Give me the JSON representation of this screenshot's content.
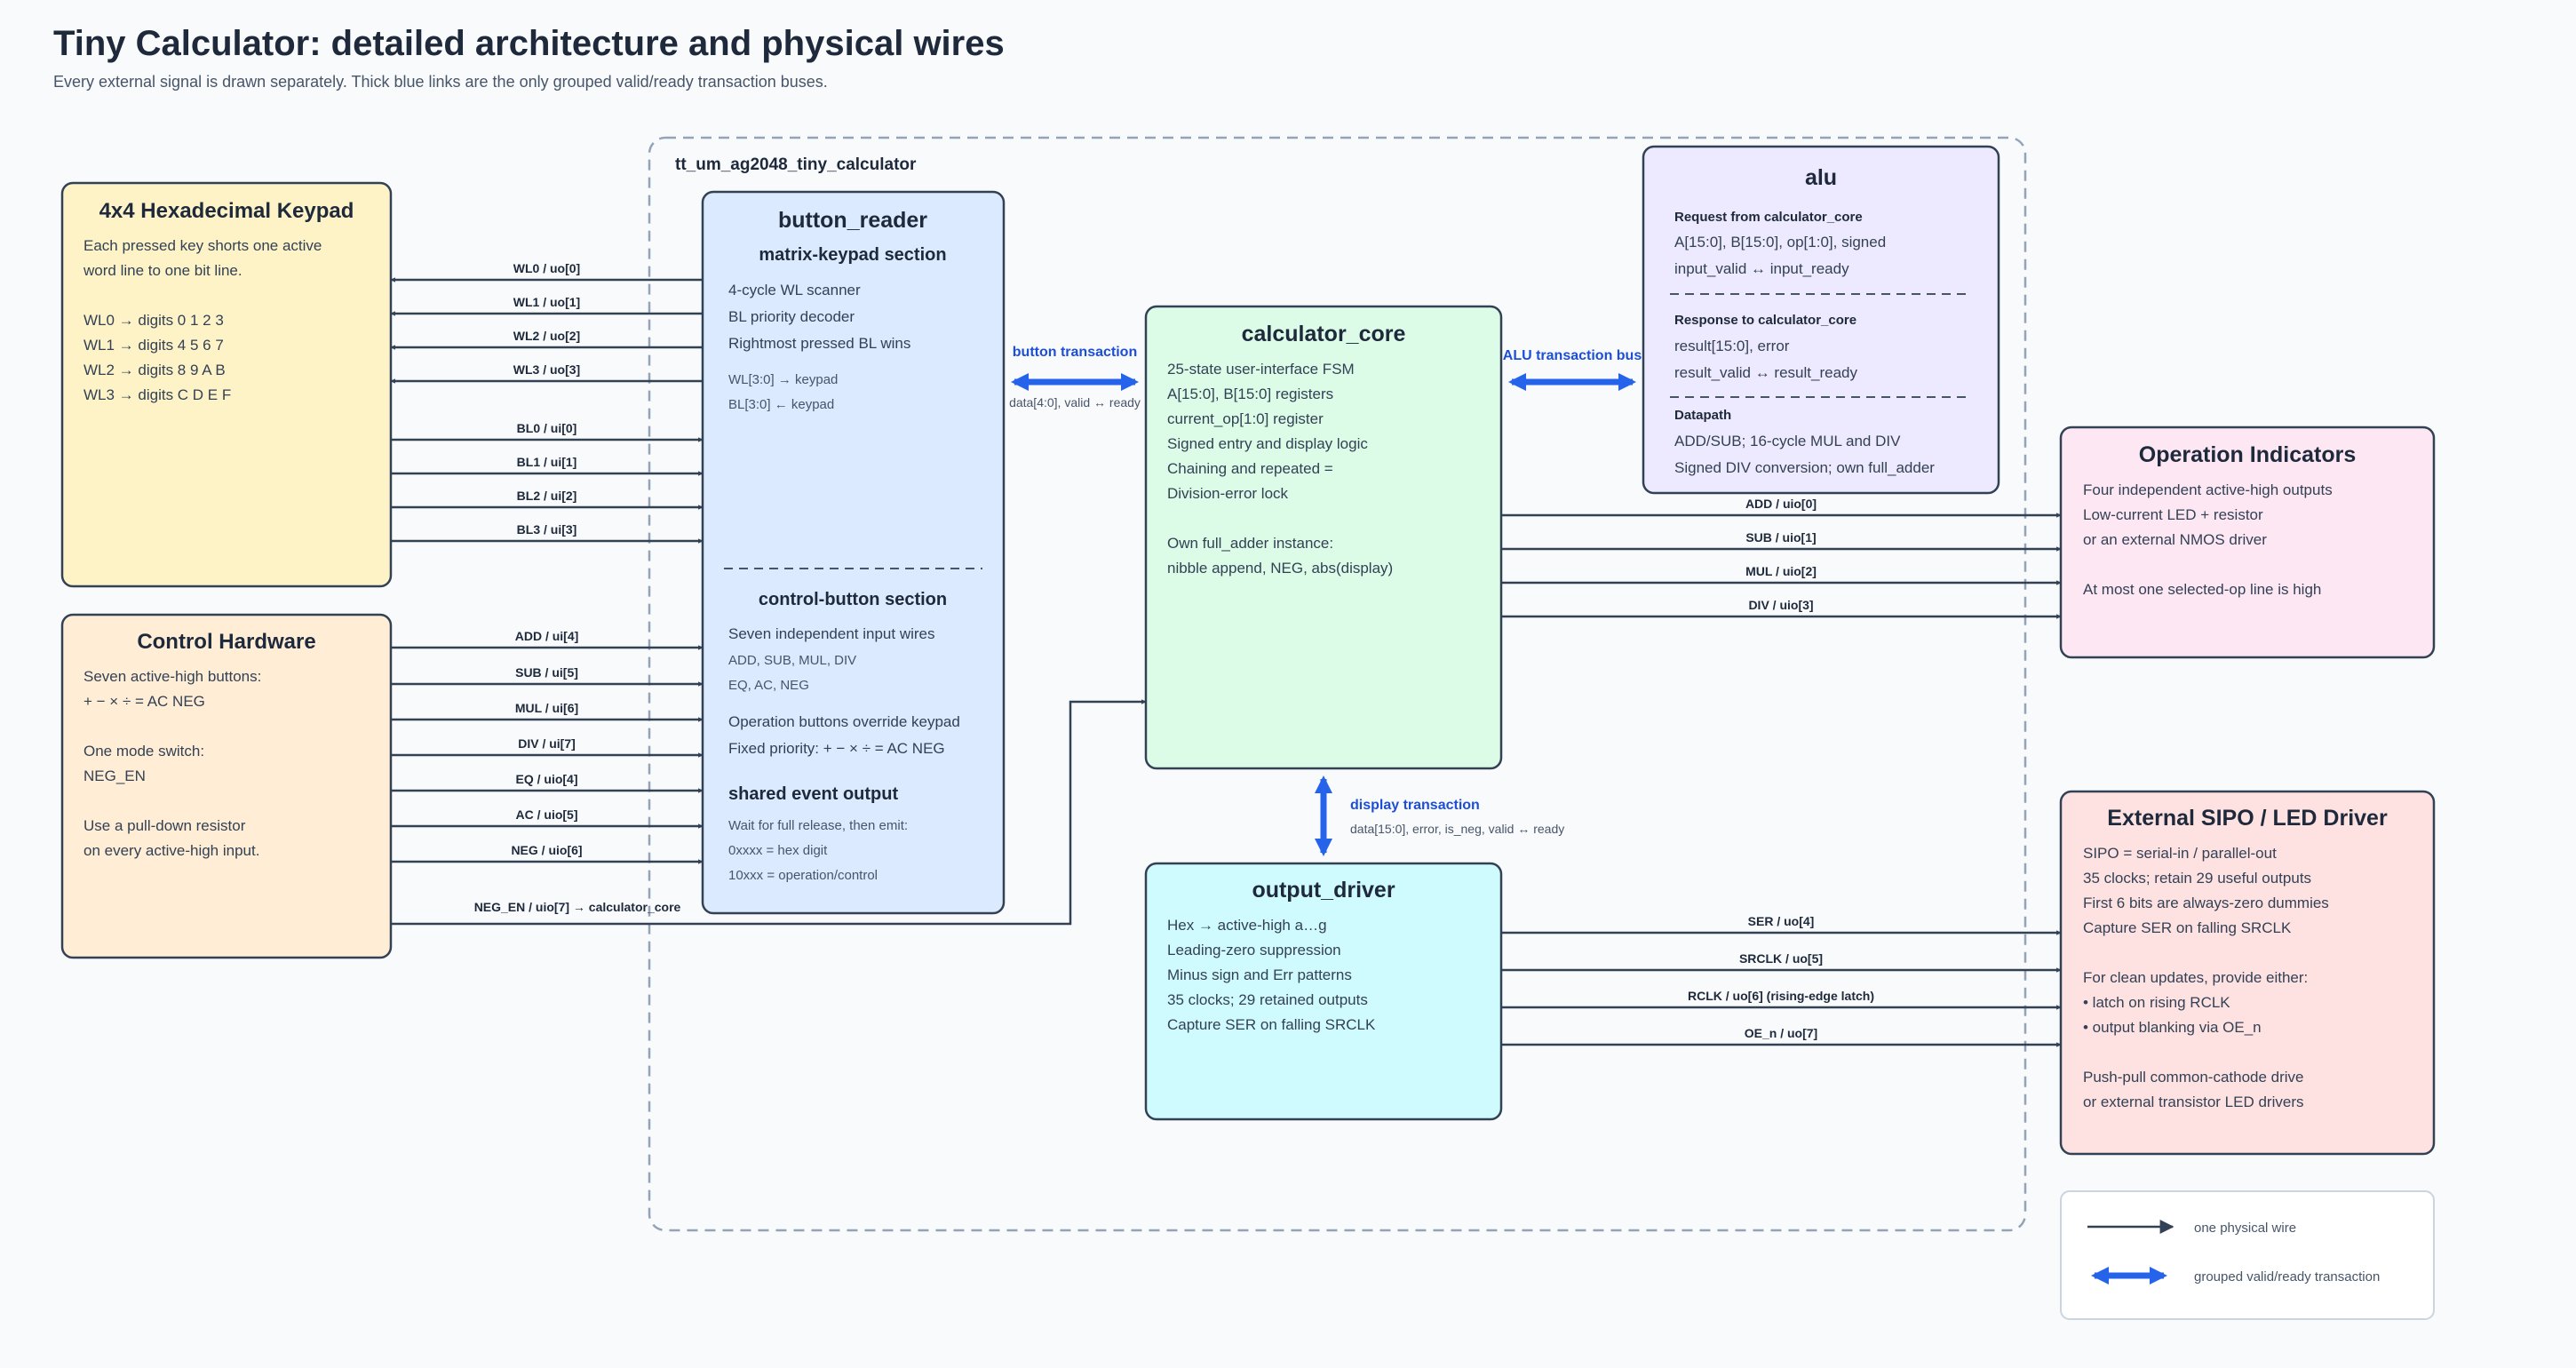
{
  "title": "Tiny Calculator: detailed architecture and physical wires",
  "subtitle": "Every external signal is drawn separately. Thick blue links are the only grouped valid/ready transaction buses.",
  "container_label": "tt_um_ag2048_tiny_calculator",
  "keypad": {
    "title": "4x4 Hexadecimal Keypad",
    "lines": [
      "Each pressed key shorts one active",
      "word line to one bit line.",
      "",
      "WL0 → digits 0 1 2 3",
      "WL1 → digits 4 5 6 7",
      "WL2 → digits 8 9 A B",
      "WL3 → digits C D E F"
    ]
  },
  "control_hw": {
    "title": "Control Hardware",
    "lines": [
      "Seven active-high buttons:",
      "+ − × ÷ = AC NEG",
      "",
      "One mode switch:",
      "NEG_EN",
      "",
      "Use a pull-down resistor",
      "on every active-high input."
    ]
  },
  "button_reader": {
    "title": "button_reader",
    "sec1_title": "matrix-keypad section",
    "sec1_lines": [
      "4-cycle WL scanner",
      "BL priority decoder",
      "Rightmost pressed BL wins"
    ],
    "sec1_small": [
      "WL[3:0] → keypad",
      "BL[3:0] ← keypad"
    ],
    "sec2_title": "control-button section",
    "sec2_line1": "Seven independent input wires",
    "sec2_small": [
      "ADD, SUB, MUL, DIV",
      "EQ, AC, NEG"
    ],
    "sec2_lines2": [
      "Operation buttons override keypad",
      "Fixed priority: + − × ÷ = AC NEG"
    ],
    "sec3_title": "shared event output",
    "sec3_small": [
      "Wait for full release, then emit:",
      "0xxxx = hex digit",
      "10xxx = operation/control"
    ]
  },
  "calculator_core": {
    "title": "calculator_core",
    "lines": [
      "25-state user-interface FSM",
      "A[15:0], B[15:0] registers",
      "current_op[1:0] register",
      "Signed entry and display logic",
      "Chaining and repeated =",
      "Division-error lock",
      "",
      "Own full_adder instance:",
      "nibble append, NEG, abs(display)"
    ]
  },
  "alu": {
    "title": "alu",
    "req_title": "Request from calculator_core",
    "req_lines": [
      "A[15:0], B[15:0], op[1:0], signed",
      "input_valid ↔ input_ready"
    ],
    "resp_title": "Response to calculator_core",
    "resp_lines": [
      "result[15:0], error",
      "result_valid ↔ result_ready"
    ],
    "dp_title": "Datapath",
    "dp_lines": [
      "ADD/SUB; 16-cycle MUL and DIV",
      "Signed DIV conversion; own full_adder"
    ]
  },
  "output_driver": {
    "title": "output_driver",
    "lines": [
      "Hex → active-high a…g",
      "Leading-zero suppression",
      "Minus sign and Err patterns",
      "35 clocks; 29 retained outputs",
      "Capture SER on falling SRCLK"
    ]
  },
  "op_indicators": {
    "title": "Operation Indicators",
    "lines": [
      "Four independent active-high outputs",
      "Low-current LED + resistor",
      "or an external NMOS driver",
      "",
      "At most one selected-op line is high"
    ]
  },
  "sipo": {
    "title": "External SIPO / LED Driver",
    "lines": [
      "SIPO = serial-in / parallel-out",
      "35 clocks; retain 29 useful outputs",
      "First 6 bits are always-zero dummies",
      "Capture SER on falling SRCLK",
      "",
      "For clean updates, provide either:",
      "• latch on rising RCLK",
      "• output blanking via OE_n",
      "",
      "Push-pull common-cathode drive",
      "or external transistor LED drivers"
    ]
  },
  "wires": {
    "wl": [
      "WL0 / uo[0]",
      "WL1 / uo[1]",
      "WL2 / uo[2]",
      "WL3 / uo[3]"
    ],
    "bl": [
      "BL0 / ui[0]",
      "BL1 / ui[1]",
      "BL2 / ui[2]",
      "BL3 / ui[3]"
    ],
    "ctrl": [
      "ADD / ui[4]",
      "SUB / ui[5]",
      "MUL / ui[6]",
      "DIV / ui[7]",
      "EQ / uio[4]",
      "AC / uio[5]",
      "NEG / uio[6]"
    ],
    "neg_en": "NEG_EN / uio[7] → calculator_core",
    "ops": [
      "ADD / uio[0]",
      "SUB / uio[1]",
      "MUL / uio[2]",
      "DIV / uio[3]"
    ],
    "sipo": [
      "SER / uo[4]",
      "SRCLK / uo[5]",
      "RCLK / uo[6] (rising-edge latch)",
      "OE_n / uo[7]"
    ]
  },
  "buses": {
    "button": {
      "label": "button transaction",
      "sub": "data[4:0], valid ↔ ready"
    },
    "alu": {
      "label": "ALU transaction bus"
    },
    "display": {
      "label": "display transaction",
      "sub": "data[15:0], error, is_neg, valid ↔ ready"
    }
  },
  "legend": {
    "wire": "one physical wire",
    "bus": "grouped valid/ready transaction"
  },
  "colors": {
    "keypad": "#fef3c7",
    "control": "#ffedd5",
    "button_reader": "#dbeafe",
    "core": "#dcfce7",
    "alu": "#ede9fe",
    "driver": "#cffafe",
    "indicators": "#fce7f3",
    "sipo": "#fee2e2",
    "bus": "#2563eb",
    "wire": "#334155"
  }
}
